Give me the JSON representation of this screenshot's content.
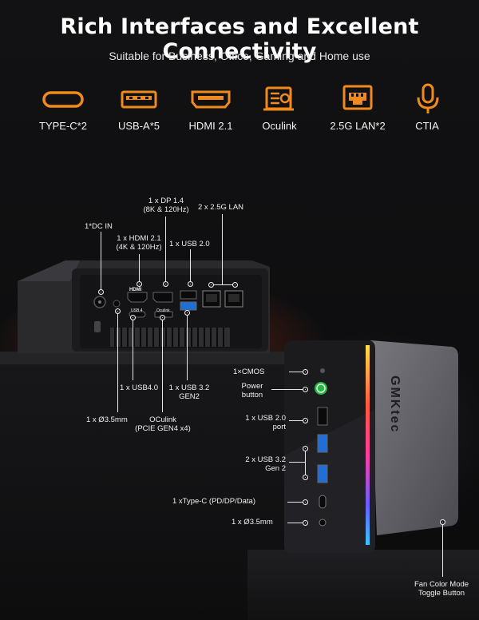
{
  "title": "Rich Interfaces and Excellent Connectivity",
  "subtitle": "Suitable for Business, Office, Gaming and Home use",
  "accent_color": "#f08a1c",
  "ports_summary": [
    {
      "label": "TYPE-C*2",
      "icon": "type-c-icon"
    },
    {
      "label": "USB-A*5",
      "icon": "usb-a-icon"
    },
    {
      "label": "HDMI 2.1",
      "icon": "hdmi-icon"
    },
    {
      "label": "Oculink",
      "icon": "oculink-icon"
    },
    {
      "label": "2.5G LAN*2",
      "icon": "lan-icon"
    },
    {
      "label": "CTIA",
      "icon": "microphone-icon"
    }
  ],
  "rear_callouts": {
    "dp": "1 x DP 1.4",
    "dp_sub": "(8K & 120Hz)",
    "lan": "2 x 2.5G LAN",
    "dc_in": "1*DC IN",
    "hdmi": "1 x HDMI 2.1",
    "hdmi_sub": "(4K & 120Hz)",
    "usb2": "1 x USB 2.0",
    "usb4": "1 x USB4.0",
    "usb32": "1 x USB 3.2",
    "usb32_sub": "GEN2",
    "audio": "1 x Ø3.5mm",
    "oculink": "OCulink",
    "oculink_sub": "(PCIE GEN4 x4)"
  },
  "front_callouts": {
    "cmos": "1×CMOS",
    "power": "Power",
    "power_sub": "button",
    "usb2": "1 x USB 2.0",
    "usb2_sub": "port",
    "usb32": "2 x USB 3.2",
    "usb32_sub": "Gen 2",
    "typec": "1 xType-C (PD/DP/Data)",
    "audio": "1 x Ø3.5mm",
    "fan": "Fan Color Mode",
    "fan_sub": "Toggle Button"
  },
  "device_text": {
    "hdmi_port": "HDMI",
    "usb4_port": "USB 4",
    "oculink_port": "Oculink",
    "brand": "GMKtec"
  }
}
